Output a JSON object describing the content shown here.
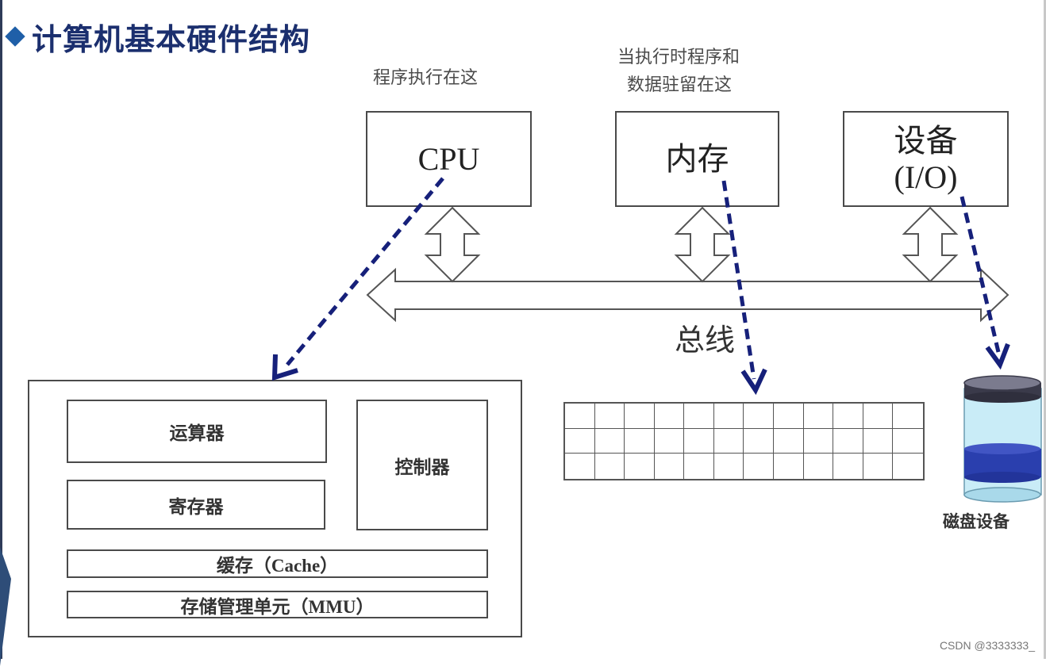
{
  "title": "计算机基本硬件结构",
  "notes": {
    "cpu_note": "程序执行在这",
    "memory_note_line1": "当执行时程序和",
    "memory_note_line2": "数据驻留在这"
  },
  "components": {
    "cpu": "CPU",
    "memory": "内存",
    "device_line1": "设备",
    "device_line2": "(I/O)"
  },
  "bus_label": "总线",
  "cpu_internals": {
    "alu": "运算器",
    "registers": "寄存器",
    "controller": "控制器",
    "cache": "缓存（Cache）",
    "mmu": "存储管理单元（MMU）"
  },
  "disk_label": "磁盘设备",
  "memory_grid": {
    "rows": 3,
    "cols": 12
  },
  "colors": {
    "title": "#1b2f6e",
    "dashed_arrow": "#16207a",
    "disk_band": "#2a3fae",
    "disk_body": "#c9ecf7",
    "disk_cap": "#3a3a4a"
  },
  "watermark": "CSDN @3333333_"
}
